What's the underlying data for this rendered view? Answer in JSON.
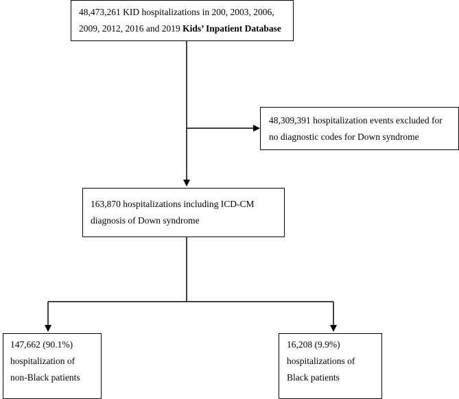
{
  "flowchart": {
    "top_box": {
      "line1": "48,473,261 KID hospitalizations in 200, 2003, 2006,",
      "line2_plain": "2009, 2012, 2016 and 2019 ",
      "line2_bold": "Kids’ Inpatient Database"
    },
    "excluded_box": {
      "line1": "48,309,391 hospitalization events excluded for",
      "line2": "no diagnostic codes for Down syndrome"
    },
    "middle_box": {
      "line1": "163,870 hospitalizations including ICD-CM",
      "line2": "diagnosis of Down syndrome"
    },
    "left_box": {
      "line1": "147,662 (90.1%)",
      "line2": "hospitalization of",
      "line3": "non-Black patients"
    },
    "right_box": {
      "line1": "16,208 (9.9%)",
      "line2": "hospitalizations of",
      "line3": "Black patients"
    }
  }
}
